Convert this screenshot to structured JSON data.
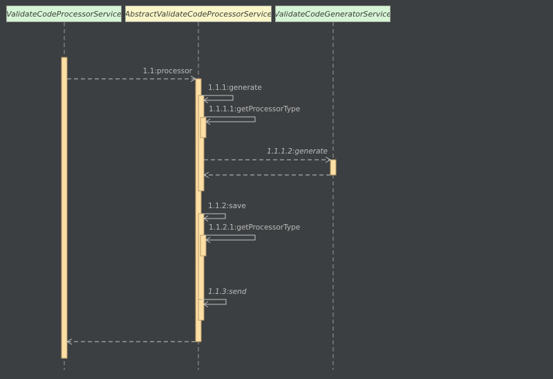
{
  "participants": [
    {
      "id": "vcps",
      "name": "ValidateCodeProcessorService",
      "kind": "interface"
    },
    {
      "id": "avcps",
      "name": "AbstractValidateCodeProcessorService",
      "kind": "abstract"
    },
    {
      "id": "vcgs",
      "name": "ValidateCodeGeneratorService",
      "kind": "interface"
    }
  ],
  "messages": [
    {
      "id": "m1",
      "label": "1.1:processor",
      "italic": false
    },
    {
      "id": "m2",
      "label": "1.1.1:generate",
      "italic": false
    },
    {
      "id": "m3",
      "label": "1.1.1.1:getProcessorType",
      "italic": false
    },
    {
      "id": "m4",
      "label": "1.1.1.2:generate",
      "italic": true
    },
    {
      "id": "m5",
      "label": "1.1.2:save",
      "italic": false
    },
    {
      "id": "m6",
      "label": "1.1.2.1:getProcessorType",
      "italic": false
    },
    {
      "id": "m7",
      "label": "1.1.3:send",
      "italic": true
    }
  ],
  "colors": {
    "background": "#3c3f41",
    "interface_header": "#d6f5d6",
    "abstract_header": "#fbf6c8",
    "activation": "#fddfa6"
  }
}
